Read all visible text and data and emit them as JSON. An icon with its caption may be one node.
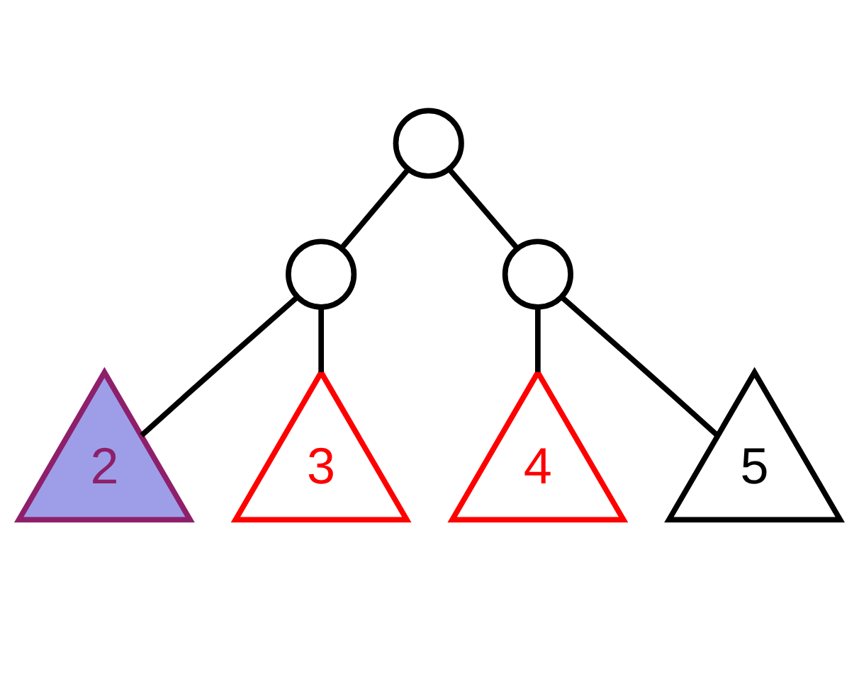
{
  "diagram": {
    "nodes": [
      {
        "text": [],
        "shape": "circle"
      },
      {
        "text": [],
        "shape": "circle"
      },
      {
        "text": [],
        "shape": "circle"
      },
      {
        "text": [
          "2"
        ]
      },
      {
        "text": [
          "3"
        ]
      },
      {
        "text": [
          "4"
        ]
      },
      {
        "text": [
          "5"
        ]
      }
    ],
    "edges": [
      {
        "from": 0,
        "to": 1,
        "arrow": "none"
      },
      {
        "from": 0,
        "to": 2,
        "arrow": "none"
      },
      {
        "from": 1,
        "to": 3,
        "arrow": "none"
      },
      {
        "from": 1,
        "to": 4,
        "arrow": "none"
      },
      {
        "from": 2,
        "to": 5,
        "arrow": "none"
      },
      {
        "from": 2,
        "to": 6,
        "arrow": "none"
      }
    ]
  }
}
